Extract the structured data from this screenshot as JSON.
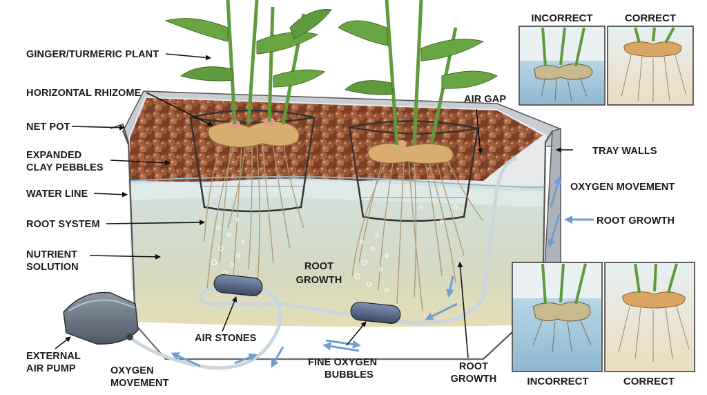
{
  "labels": {
    "plant": "GINGER/TURMERIC PLANT",
    "rhizome": "HORIZONTAL RHIZOME",
    "net_pot": "NET POT",
    "clay_line1": "EXPANDED",
    "clay_line2": "CLAY PEBBLES",
    "water_line": "WATER LINE",
    "root_system": "ROOT SYSTEM",
    "nutrient_line1": "NUTRIENT",
    "nutrient_line2": "SOLUTION",
    "root_growth_center_line1": "ROOT",
    "root_growth_center_line2": "GROWTH",
    "air_gap": "AIR GAP",
    "tray_walls": "TRAY WALLS",
    "oxygen_movement_right": "OXYGEN MOVEMENT",
    "root_growth_right": "ROOT GROWTH",
    "air_stones": "AIR STONES",
    "pump_line1": "EXTERNAL",
    "pump_line2": "AIR PUMP",
    "oxygen_bottom_line1": "OXYGEN",
    "oxygen_bottom_line2": "MOVEMENT",
    "bubbles_line1": "FINE OXYGEN",
    "bubbles_line2": "BUBBLES",
    "root_growth_bottom_line1": "ROOT",
    "root_growth_bottom_line2": "GROWTH"
  },
  "panels": {
    "top_incorrect": "INCORRECT",
    "top_correct": "CORRECT",
    "bottom_incorrect": "INCORRECT",
    "bottom_correct": "CORRECT"
  },
  "colors": {
    "water": "#c9dcd6",
    "clay": "#9c5a3c",
    "rhizome": "#d9ad70",
    "leaf": "#5f9a3c",
    "flow_arrow": "#6f9ed0"
  }
}
